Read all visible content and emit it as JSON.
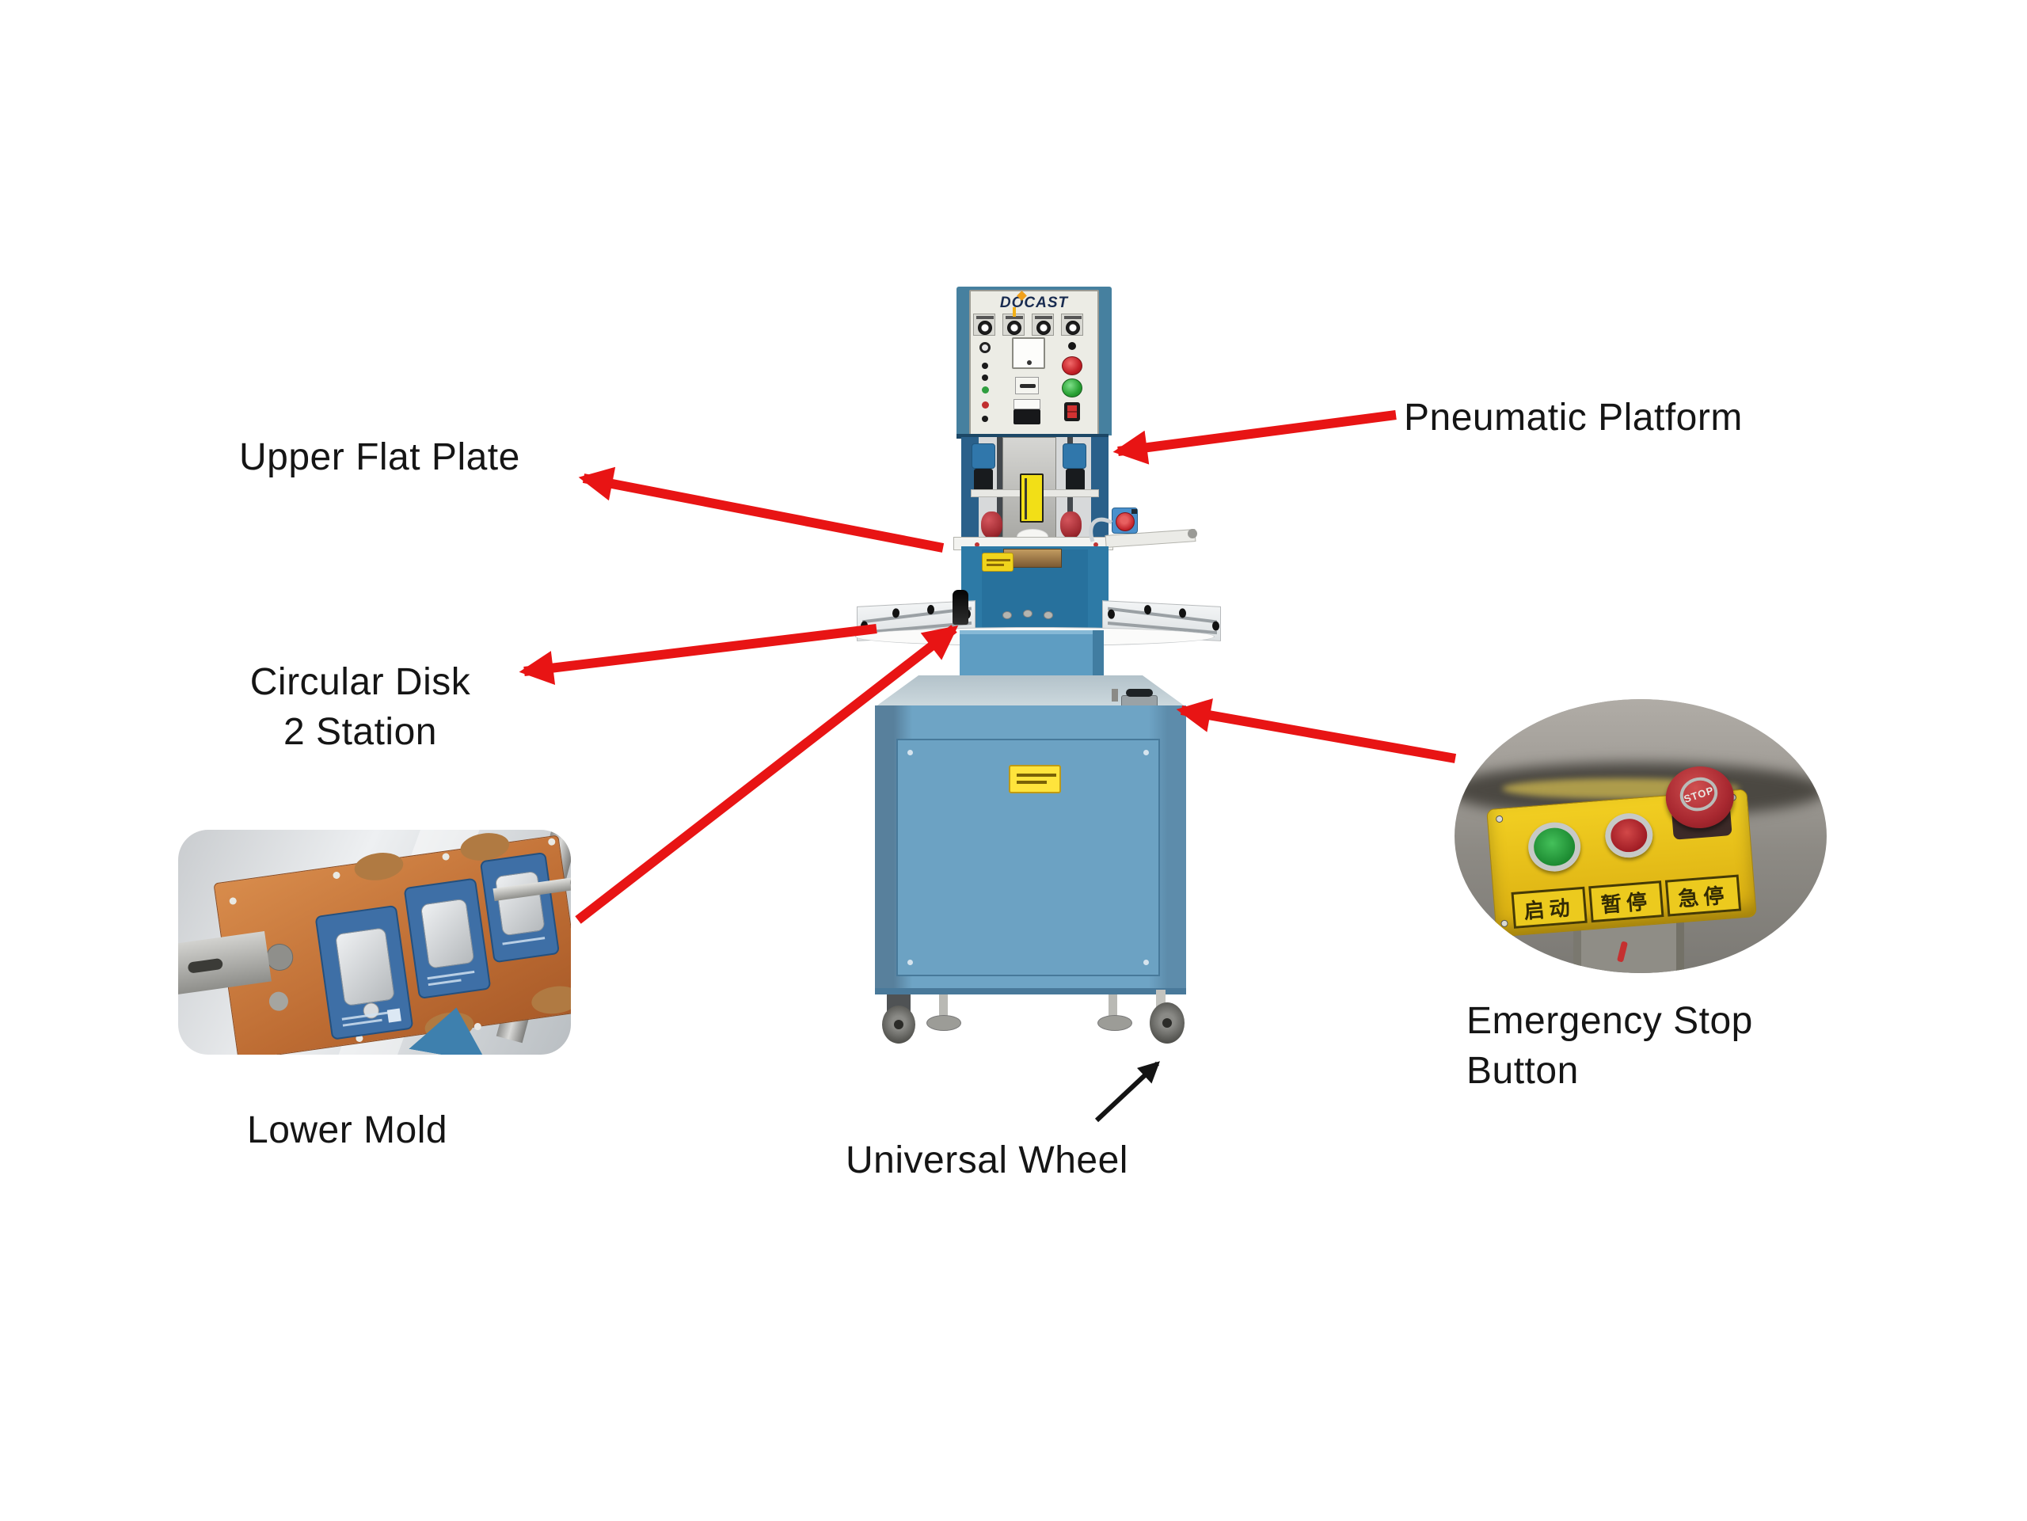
{
  "labels": {
    "upper_flat_plate": "Upper Flat Plate",
    "pneumatic_platform": "Pneumatic Platform",
    "circular_disk_line1": "Circular Disk",
    "circular_disk_line2": "2 Station",
    "lower_mold": "Lower Mold",
    "universal_wheel": "Universal Wheel",
    "emergency_stop_line1": "Emergency Stop",
    "emergency_stop_line2": "Button"
  },
  "machine": {
    "brand": "DOCAST"
  },
  "insets": {
    "emergency_stop": {
      "stop_text": "STOP",
      "button_labels": [
        "启动",
        "暂停",
        "急停"
      ]
    }
  },
  "colors": {
    "arrow_red": "#e81414",
    "arrow_black": "#141414",
    "machine_body_blue": "#2d7aa6",
    "cabinet_blue": "#6ea4c5",
    "panel_face": "#ececе5",
    "accent_yellow": "#f2df17",
    "warning_yellow": "#ffe43c",
    "estop_box_yellow": "#edc91f",
    "mold_orange": "#c6793f",
    "card_blue": "#3e6fa6"
  }
}
